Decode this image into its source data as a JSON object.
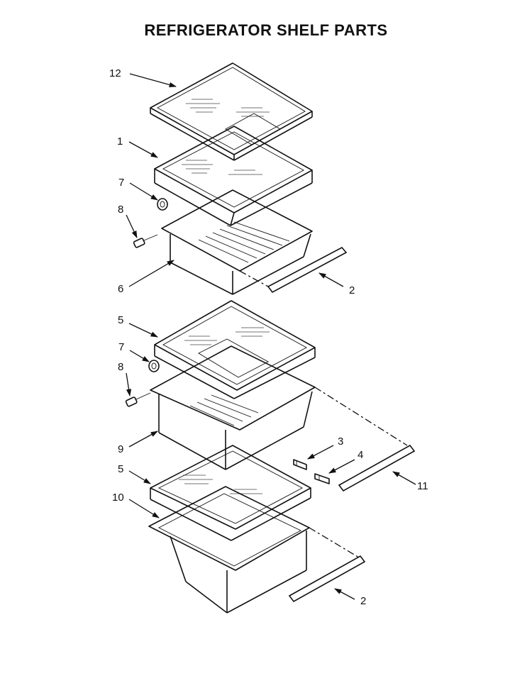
{
  "title": "REFRIGERATOR SHELF PARTS",
  "callouts": {
    "c12": "12",
    "c1": "1",
    "c7a": "7",
    "c8a": "8",
    "c6": "6",
    "c2a": "2",
    "c5a": "5",
    "c7b": "7",
    "c8b": "8",
    "c9": "9",
    "c3": "3",
    "c4": "4",
    "c11": "11",
    "c5b": "5",
    "c10": "10",
    "c2b": "2"
  }
}
